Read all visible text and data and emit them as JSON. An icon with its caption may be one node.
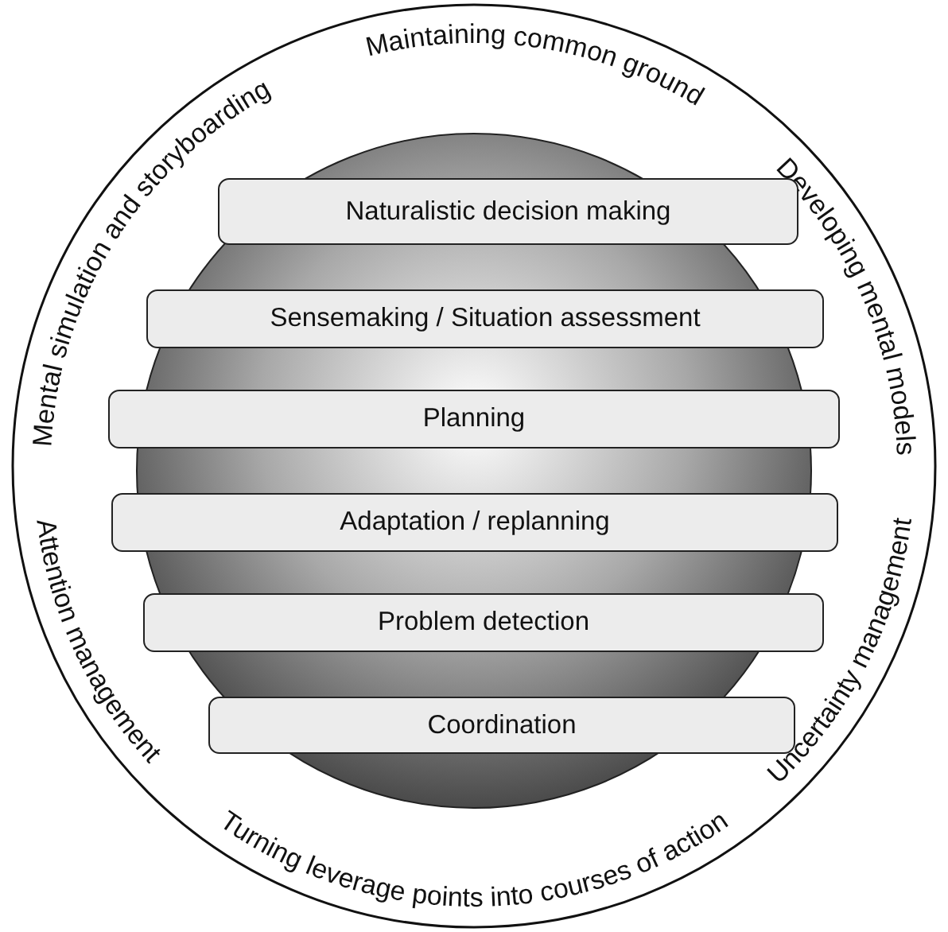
{
  "diagram": {
    "nodes": [
      {
        "text": [
          "Naturalistic decision making"
        ]
      },
      {
        "text": [
          "Sensemaking / Situation assessment"
        ]
      },
      {
        "text": [
          "Planning"
        ]
      },
      {
        "text": [
          "Adaptation / replanning"
        ]
      },
      {
        "text": [
          "Problem detection"
        ]
      },
      {
        "text": [
          "Coordination"
        ]
      }
    ],
    "labels": [
      "Mental simulation and storyboarding",
      "Maintaining common ground",
      "Developing mental models",
      "Attention management",
      "Turning leverage points into courses of action",
      "Uncertainty management"
    ]
  }
}
